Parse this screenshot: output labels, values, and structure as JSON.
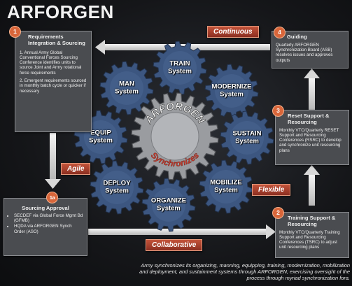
{
  "title": "ARFORGEN",
  "center": {
    "top": "ARFORGEN",
    "bottom": "Synchronizes"
  },
  "gears": [
    {
      "line1": "TRAIN",
      "line2": "System"
    },
    {
      "line1": "MODERNIZE",
      "line2": "System"
    },
    {
      "line1": "SUSTAIN",
      "line2": "System"
    },
    {
      "line1": "MOBILIZE",
      "line2": "System"
    },
    {
      "line1": "ORGANIZE",
      "line2": "System"
    },
    {
      "line1": "DEPLOY",
      "line2": "System"
    },
    {
      "line1": "EQUIP",
      "line2": "System"
    },
    {
      "line1": "MAN",
      "line2": "System"
    }
  ],
  "tags": {
    "continuous": "Continuous",
    "agile": "Agile",
    "flexible": "Flexible",
    "collaborative": "Collaborative"
  },
  "box1": {
    "num": "1",
    "heading": "Requirements Integration & Sourcing",
    "items": [
      "1. Annual Army Global Conventional Forces Sourcing Conference identifies units to source Joint and Army rotational force requirements",
      "2. Emergent requirements sourced in monthly batch cycle or quicker if necessary"
    ]
  },
  "box1a": {
    "num": "1a",
    "heading": "Sourcing Approval",
    "items": [
      "SECDEF via Global Force Mgmt Bd (GFMB)",
      "HQDA via ARFORGEN Synch Order (ASO)"
    ]
  },
  "box2": {
    "num": "2",
    "heading": "Training Support & Resourcing",
    "body": "Monthly VTC/Quarterly Training Support and Resourcing Conferences (TSRC) to adjust unit resourcing plans"
  },
  "box3": {
    "num": "3",
    "heading": "Reset Support & Resourcing",
    "body": "Monthly VTC/Quarterly RESET Support and Resourcing Conferences (RSRC) to develop and synchronize unit resourcing plans"
  },
  "box4": {
    "num": "4",
    "heading": "Guiding",
    "body": "Quarterly ARFORGEN Synchronization Board (ASB) resolves issues and approves outputs"
  },
  "caption": "Army synchronizes its organizing, manning, equipping, training, modernization, mobilization and deployment, and sustainment systems through ARFORGEN; exercising oversight of the process through myriad synchronization fora.",
  "colors": {
    "gear": "#3c5680",
    "center_gear": "#9a9ca0",
    "tag": "#b4432f",
    "number": "#d9663a",
    "box": "#4a4c50"
  }
}
